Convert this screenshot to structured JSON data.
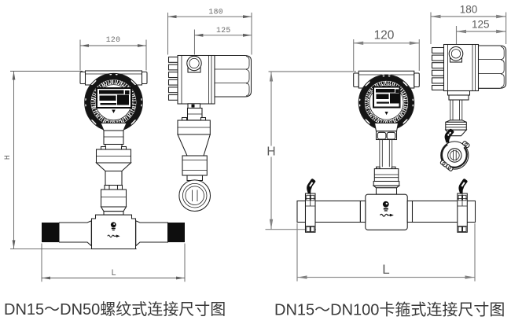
{
  "page": {
    "background": "#ffffff",
    "type": "technical-dimension-drawing"
  },
  "colors": {
    "background": "#ffffff",
    "line": "#1d1d1d",
    "ink": "#0e0e0e",
    "dimA": "#5f5f5f",
    "dimB": "#828282",
    "dimtA": "#6b6b6b",
    "dimtB": "#5a5a5a",
    "captxt": "#383838"
  },
  "figures": {
    "threaded": {
      "caption": "DN15～DN50螺纹式连接尺寸图",
      "dims": {
        "front_width": "120",
        "side_depth": "180",
        "side_partial": "125",
        "height": "H",
        "length": "L"
      }
    },
    "clamp": {
      "caption": "DN15～DN100卡箍式连接尺寸图",
      "dims": {
        "front_width": "120",
        "side_depth": "180",
        "side_partial": "125",
        "height": "H",
        "length": "L"
      }
    }
  }
}
